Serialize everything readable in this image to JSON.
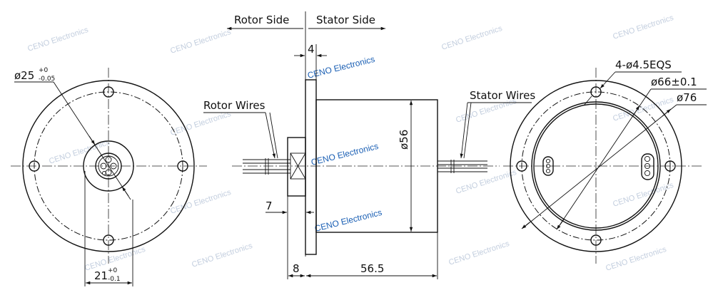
{
  "labels": {
    "rotor_side": "Rotor Side",
    "stator_side": "Stator Side",
    "rotor_wires": "Rotor Wires",
    "stator_wires": "Stator Wires"
  },
  "dimensions": {
    "flange_thickness": "4",
    "rotor_step": "7",
    "flange_total": "8",
    "body_length": "56.5",
    "body_diameter": "ø56",
    "rotor_diameter_main": "ø25",
    "rotor_diameter_tol_upper": "+0",
    "rotor_diameter_tol_lower": "-0.05",
    "rotor_width_main": "21",
    "rotor_width_tol_upper": "+0",
    "rotor_width_tol_lower": "-0.1",
    "mount_holes": "4-ø4.5EQS",
    "bolt_circle": "ø66±0.1",
    "outer_diameter": "ø76"
  },
  "watermark": {
    "text": "CENO Electronics"
  },
  "colors": {
    "line": "#111111",
    "watermark_light": "#b9c6d9",
    "watermark_dark": "#1a5fb4"
  }
}
